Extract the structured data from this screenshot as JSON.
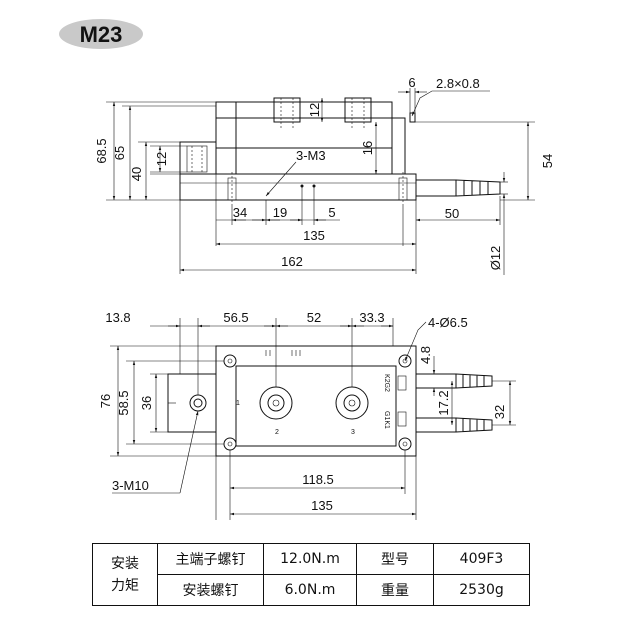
{
  "model_badge": "M23",
  "side_view": {
    "dim_68_5": "68.5",
    "dim_65": "65",
    "dim_40": "40",
    "dim_12_left": "12",
    "dim_12_top": "12",
    "dim_16": "16",
    "dim_6": "6",
    "dim_terminal": "2.8×0.8",
    "dim_54": "54",
    "thread_label": "3-M3",
    "dim_34": "34",
    "dim_19": "19",
    "dim_5": "5",
    "dim_50": "50",
    "dim_135": "135",
    "dim_162": "162",
    "dim_dia12": "Ø12"
  },
  "top_view": {
    "dim_13_8": "13.8",
    "dim_56_5": "56.5",
    "dim_52": "52",
    "dim_33_3": "33.3",
    "holes_label": "4-Ø6.5",
    "dim_76": "76",
    "dim_58_5": "58.5",
    "dim_36": "36",
    "dim_4_8": "4.8",
    "dim_17_2": "17.2",
    "dim_32": "32",
    "dim_118_5": "118.5",
    "dim_135": "135",
    "bolt_label": "3-M10",
    "terminal_1": "1",
    "terminal_2": "2",
    "terminal_3": "3",
    "label_k2g2": "K2G2",
    "label_g1k1": "G1K1"
  },
  "spec_table": {
    "group_line1": "安装",
    "group_line2": "力矩",
    "main_terminal_label": "主端子螺钉",
    "main_terminal_value": "12.0N.m",
    "model_label": "型号",
    "model_value": "409F3",
    "mount_screw_label": "安装螺钉",
    "mount_screw_value": "6.0N.m",
    "weight_label": "重量",
    "weight_value": "2530g"
  }
}
